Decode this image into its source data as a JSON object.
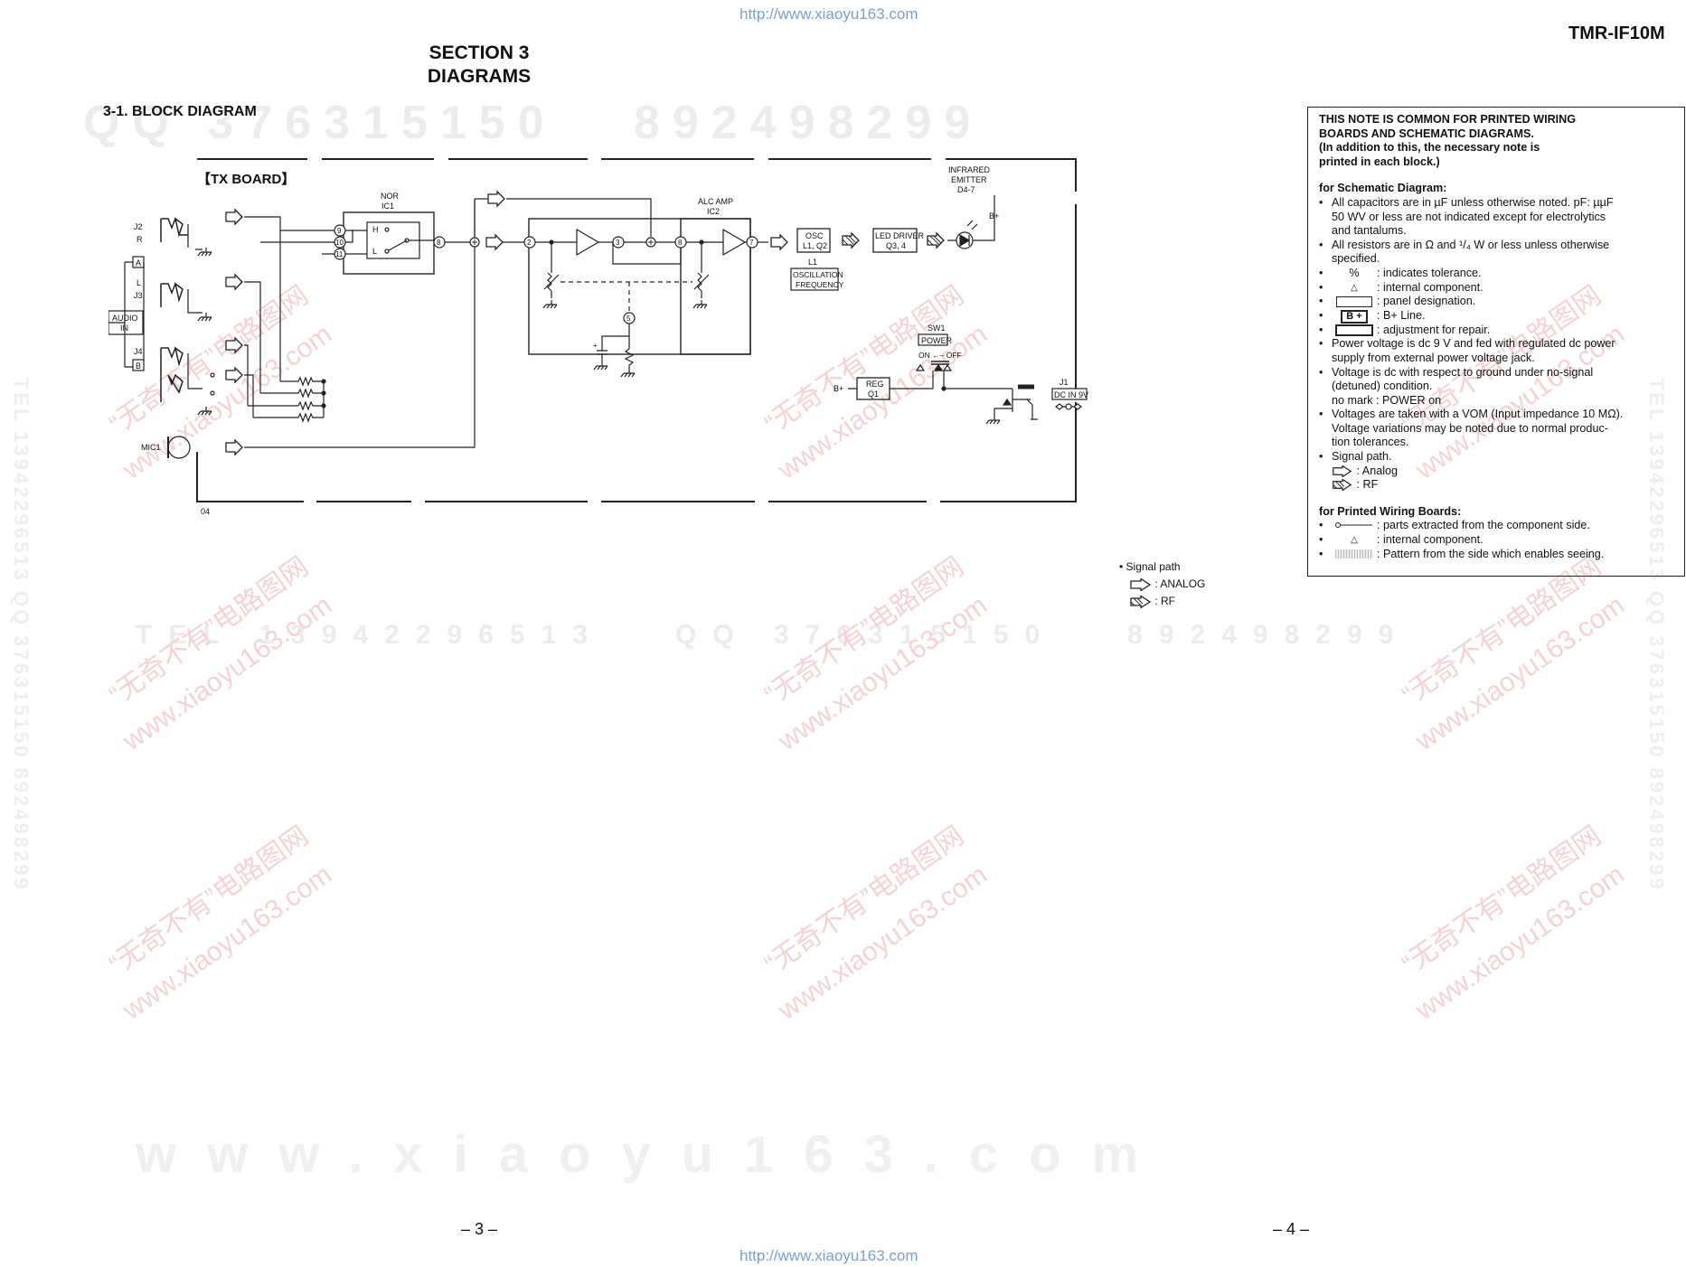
{
  "header": {
    "url_top": "http://www.xiaoyu163.com",
    "url_bottom": "http://www.xiaoyu163.com",
    "model": "TMR-IF10M",
    "section_line1": "SECTION 3",
    "section_line2": "DIAGRAMS",
    "block_title": "3-1. BLOCK DIAGRAM",
    "page_left": "– 3 –",
    "page_right": "– 4 –"
  },
  "watermarks": {
    "qq_row": "QQ 376315150   892498299",
    "tel_row": "TEL 13942296513   QQ 376315150   892498299",
    "www_row": "www.xiaoyu163.com",
    "red_text_cn": "“无奇不有”电路图网",
    "red_text_url": "www.xiaoyu163.com",
    "side_left": "TEL 13942296513  QQ 376315150  892498299",
    "side_right": "TEL 13942296513  QQ 376315150  892498299"
  },
  "diagram": {
    "board_label": "【TX BOARD】",
    "code": "04",
    "j2": "J2",
    "r": "R",
    "a": "A",
    "l": "L",
    "j3": "J3",
    "audio_in_1": "AUDIO",
    "audio_in_2": "IN",
    "j4": "J4",
    "b": "B",
    "mic": "MIC1",
    "nor_1": "NOR",
    "nor_2": "IC1",
    "h": "H",
    "l_sw": "L",
    "pin9": "9",
    "pin10": "10",
    "pin11": "11",
    "pin8a": "8",
    "pin2": "2",
    "pin3": "3",
    "pin8b": "8",
    "pin7": "7",
    "pin5": "5",
    "alc_1": "ALC AMP",
    "alc_2": "IC2",
    "osc_1": "OSC",
    "osc_2": "L1, Q2",
    "l1": "L1",
    "oscf_1": "OSCILLATION",
    "oscf_2": "FREQUENCY",
    "led_1": "LED DRIVER",
    "led_2": "Q3, 4",
    "ir_1": "INFRARED",
    "ir_2": "EMITTER",
    "ir_3": "D4-7",
    "bplus1": "B+",
    "bplus2": "B+",
    "sw1": "SW1",
    "power": "POWER",
    "on_off": "ON ←– OFF",
    "reg_1": "REG",
    "reg_2": "Q1",
    "j1": "J1",
    "dcin": "DC IN 9V",
    "plus": "+"
  },
  "signal_legend": {
    "title": "• Signal path",
    "analog": ": ANALOG",
    "rf": ": RF"
  },
  "note": {
    "h1": "THIS NOTE IS COMMON FOR PRINTED WIRING",
    "h2": "BOARDS AND SCHEMATIC DIAGRAMS.",
    "h3": "(In addition to this, the necessary note is",
    "h4": "printed in each block.)",
    "schem_title": "for Schematic Diagram:",
    "s1a": "All capacitors are in µF unless otherwise noted.  pF: µµF",
    "s1b": "50 WV or less are not indicated except for electrolytics",
    "s1c": "and tantalums.",
    "s2a": "All resistors are in Ω and ¹/₄ W or less unless otherwise",
    "s2b": "specified.",
    "s3_sym": "%",
    "s3": ": indicates tolerance.",
    "s4_sym": "△",
    "s4": ": internal component.",
    "s5": ": panel designation.",
    "s6_sym": "B +",
    "s6": ": B+ Line.",
    "s7": ": adjustment for repair.",
    "s8a": "Power voltage is dc 9 V and fed with regulated dc power",
    "s8b": "supply from external power voltage jack.",
    "s9a": "Voltage is dc with respect to ground under no-signal",
    "s9b": "(detuned) condition.",
    "s9c": "no mark  : POWER on",
    "s10a": "Voltages are taken with a VOM (Input impedance 10 MΩ).",
    "s10b": "Voltage variations may be noted due to normal produc-",
    "s10c": "tion tolerances.",
    "s11": "Signal path.",
    "s11a": ": Analog",
    "s11b": ": RF",
    "pwb_title": "for Printed Wiring Boards:",
    "p1": ": parts extracted from the component side.",
    "p2_sym": "△",
    "p2": ": internal component.",
    "p3": ": Pattern from the side which enables seeing."
  }
}
